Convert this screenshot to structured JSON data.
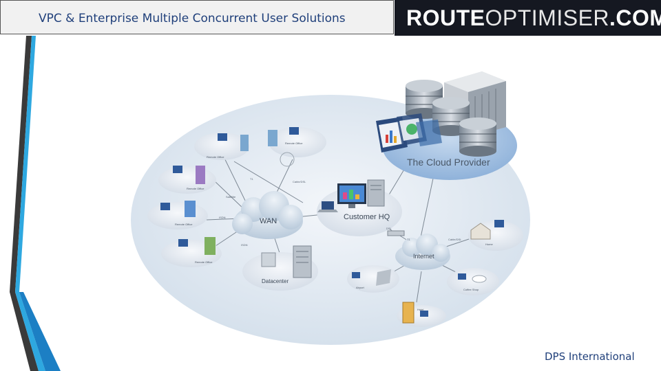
{
  "header": {
    "title": "VPC & Enterprise Multiple Concurrent User Solutions",
    "logo_bold": "ROUTE",
    "logo_rest": "OPTIMISER",
    "logo_suffix": ".COM"
  },
  "diagram": {
    "cloud_provider": "The Cloud Provider",
    "wan": "WAN",
    "customer_hq": "Customer HQ",
    "internet": "Internet",
    "datacenter": "Datacenter",
    "remote_office": "Remote Office",
    "home": "Home",
    "airport": "Airport",
    "coffee_shop": "Coffee Shop",
    "hotel": "Hotel",
    "link_t1": "T1",
    "link_cable_dsl": "Cable/DSL",
    "link_satellite": "Satellite",
    "link_isdn": "ISDN",
    "link_dsl": "DSL"
  },
  "footer": {
    "company": "DPS International"
  },
  "colors": {
    "title_text": "#1f3f7a",
    "logo_bg": "#151821",
    "accent_blue": "#2ea8e0",
    "dark_stripe": "#3a3a3a",
    "ellipse_fill": "#dde7f1",
    "cloud_provider_fill": "#9fbde0"
  }
}
